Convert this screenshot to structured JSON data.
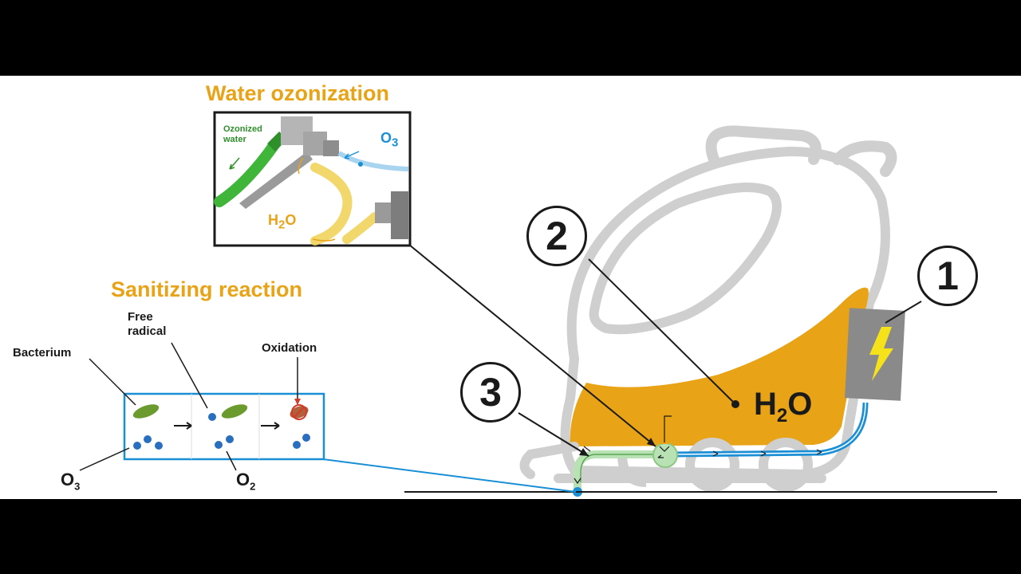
{
  "titles": {
    "water_ozonization": "Water ozonization",
    "sanitizing_reaction": "Sanitizing reaction"
  },
  "inset": {
    "ozonized_water": "Ozonized water",
    "o3": "O3",
    "h2o": "H2O"
  },
  "reaction_labels": {
    "bacterium": "Bacterium",
    "free_radical": "Free radical",
    "oxidation": "Oxidation",
    "o3": "O3",
    "o2": "O2"
  },
  "machine": {
    "tank_label": "H2O",
    "callouts": [
      "1",
      "2",
      "3"
    ]
  },
  "colors": {
    "background": "#ffffff",
    "letterbox": "#000000",
    "accent_yellow": "#e8a317",
    "water_blue": "#1a8fd6",
    "ozone_green": "#4caf50",
    "machine_gray": "#cfcfcf",
    "battery_gray": "#8a8a8a"
  }
}
